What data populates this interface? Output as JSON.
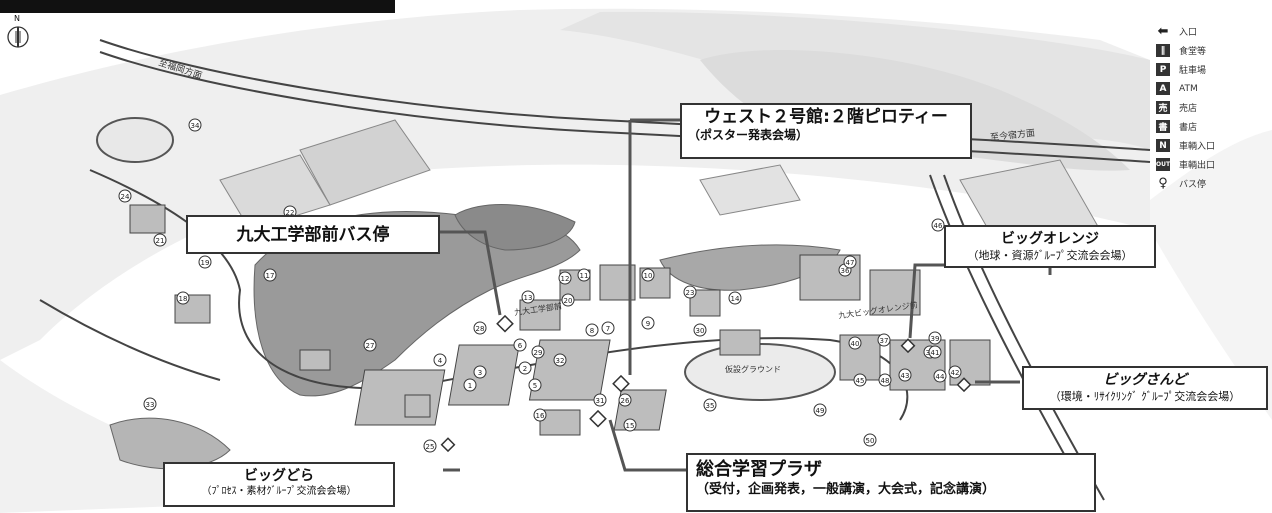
{
  "compass": {
    "label": "N"
  },
  "legend": [
    {
      "icon": "arrow-left-icon",
      "symbol": "",
      "label": "入口"
    },
    {
      "icon": "cutlery-icon",
      "symbol": "",
      "label": "食堂等"
    },
    {
      "icon": "parking-icon",
      "symbol": "P",
      "label": "駐車場"
    },
    {
      "icon": "atm-icon",
      "symbol": "A",
      "label": "ATM"
    },
    {
      "icon": "shop-icon",
      "symbol": "売",
      "label": "売店"
    },
    {
      "icon": "bookstore-icon",
      "symbol": "書",
      "label": "書店"
    },
    {
      "icon": "vehicle-entrance-icon",
      "symbol": "N",
      "label": "車輌入口"
    },
    {
      "icon": "vehicle-exit-icon",
      "symbol": "OUT",
      "label": "車輌出口"
    },
    {
      "icon": "bus-stop-icon",
      "symbol": "",
      "label": "バス停"
    }
  ],
  "roads": {
    "left": "至福岡方面",
    "right": "至今宿方面"
  },
  "map_labels": {
    "busstop": "九大工学部前",
    "ground": "仮設グラウンド",
    "bigorange_stop": "九大ビッグオレンジ前"
  },
  "callouts": {
    "west2": {
      "title": "ウェスト２号館:２階ピロティー",
      "sub": "（ポスター発表会場）"
    },
    "bus": {
      "title": "九大工学部前バス停"
    },
    "orange": {
      "title": "ビッグオレンジ",
      "sub": "（地球・資源ｸﾞﾙｰﾌﾟ交流会会場）"
    },
    "sand": {
      "title": "ビッグさんど",
      "sub": "（環境・ﾘｻｲｸﾘﾝｸﾞ ｸﾞﾙｰﾌﾟ交流会会場）"
    },
    "dora": {
      "title": "ビッグどら",
      "sub": "（ﾌﾟﾛｾｽ・素材ｸﾞﾙｰﾌﾟ交流会会場）"
    },
    "plaza": {
      "title": "総合学習プラザ",
      "sub": "（受付，企画発表，一般講演，大会式，記念講演）"
    }
  },
  "building_numbers": [
    "1",
    "2",
    "3",
    "4",
    "5",
    "6",
    "7",
    "8",
    "9",
    "10",
    "11",
    "12",
    "13",
    "14",
    "15",
    "16",
    "17",
    "18",
    "19",
    "20",
    "21",
    "22",
    "23",
    "24",
    "25",
    "26",
    "27",
    "28",
    "29",
    "30",
    "31",
    "32",
    "33",
    "34",
    "35",
    "36",
    "37",
    "38",
    "39",
    "40",
    "41",
    "42",
    "43",
    "44",
    "45",
    "46",
    "47",
    "48",
    "49",
    "50"
  ]
}
